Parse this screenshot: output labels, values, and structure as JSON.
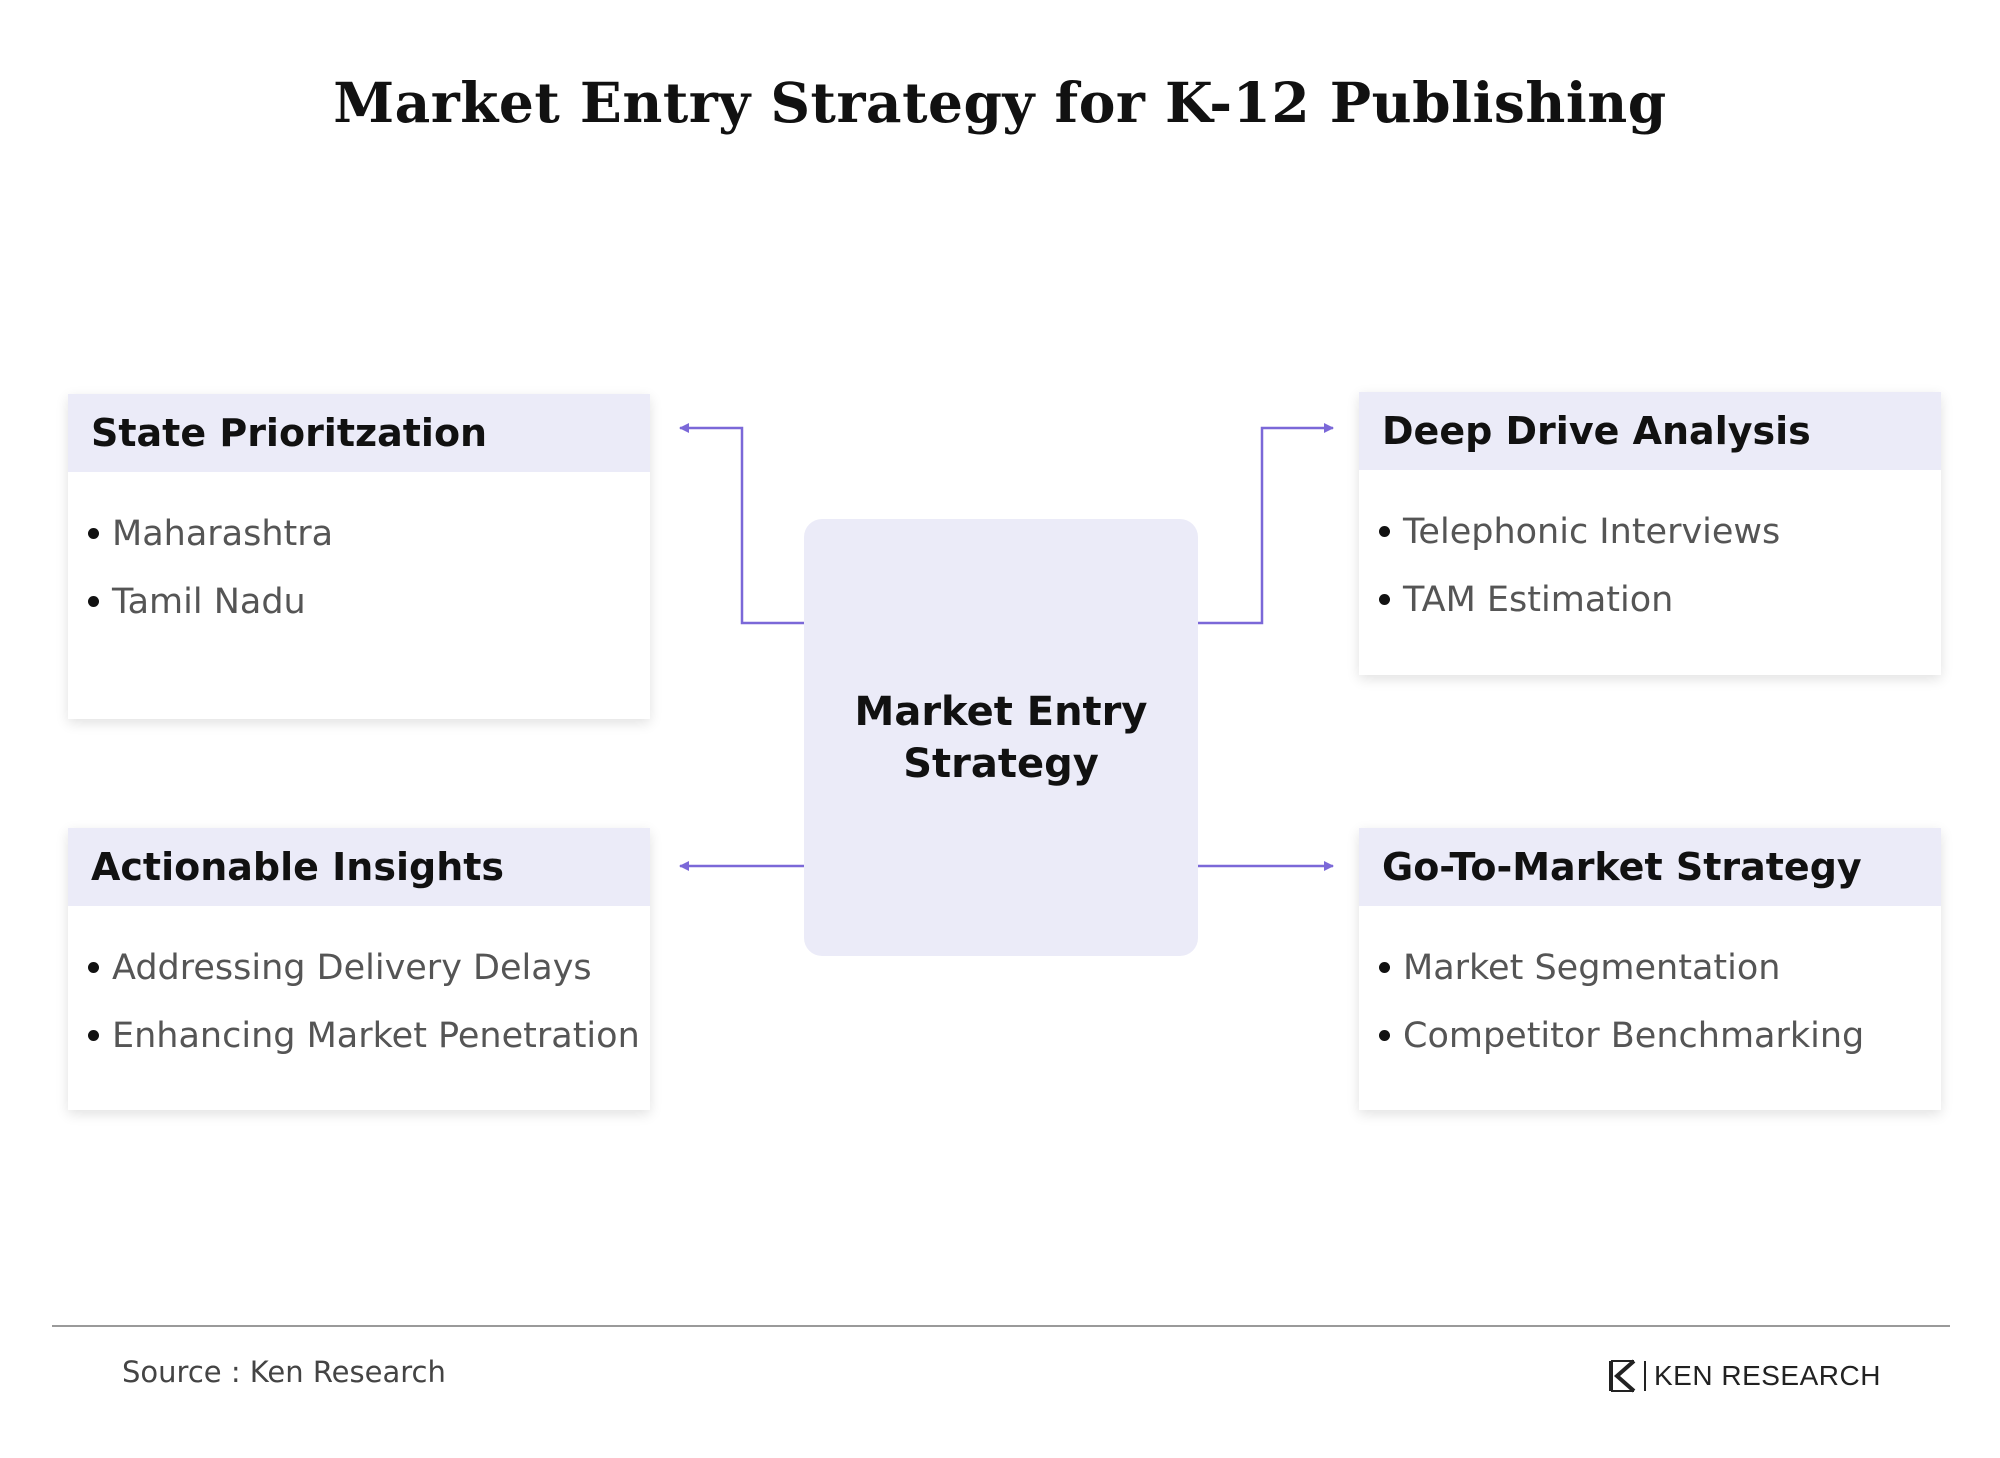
{
  "title": "Market Entry Strategy for K-12 Publishing",
  "center": {
    "line1": "Market Entry",
    "line2": "Strategy"
  },
  "boxes": [
    {
      "heading": "State Prioritzation",
      "items": [
        "Maharashtra",
        "Tamil Nadu"
      ]
    },
    {
      "heading": "Deep Drive Analysis",
      "items": [
        "Telephonic Interviews",
        "TAM Estimation"
      ]
    },
    {
      "heading": "Actionable Insights",
      "items": [
        "Addressing Delivery Delays",
        "Enhancing Market Penetration"
      ]
    },
    {
      "heading": "Go-To-Market Strategy",
      "items": [
        "Market Segmentation",
        "Competitor Benchmarking"
      ]
    }
  ],
  "footer": {
    "source": "Source : Ken Research",
    "brand": "KEN RESEARCH"
  },
  "colors": {
    "accent": "#7b68d8",
    "box_fill": "#ebebf8"
  }
}
